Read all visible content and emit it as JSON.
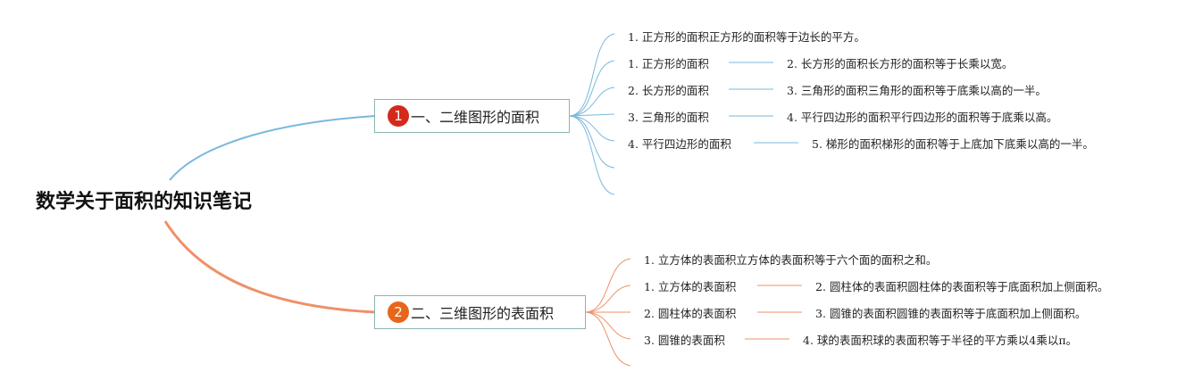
{
  "root": {
    "title": "数学关于面积的知识笔记"
  },
  "branches": [
    {
      "badge": "1",
      "label": "一、二维图形的面积",
      "color": "#7ab8dc",
      "badge_color": "#d42a1c",
      "leaves": [
        "1. 正方形的面积正方形的面积等于边长的平方。",
        "1. 正方形的面积",
        "2. 长方形的面积长方形的面积等于长乘以宽。",
        "2. 长方形的面积",
        "3. 三角形的面积三角形的面积等于底乘以高的一半。",
        "3. 三角形的面积",
        "4. 平行四边形的面积平行四边形的面积等于底乘以高。",
        "4. 平行四边形的面积",
        "5. 梯形的面积梯形的面积等于上底加下底乘以高的一半。"
      ]
    },
    {
      "badge": "2",
      "label": "二、三维图形的表面积",
      "color": "#ee9068",
      "badge_color": "#e8651a",
      "leaves": [
        "1. 立方体的表面积立方体的表面积等于六个面的面积之和。",
        "1. 立方体的表面积",
        "2. 圆柱体的表面积圆柱体的表面积等于底面积加上侧面积。",
        "2. 圆柱体的表面积",
        "3. 圆锥的表面积圆锥的表面积等于底面积加上侧面积。",
        "3. 圆锥的表面积",
        "4. 球的表面积球的表面积等于半径的平方乘以4乘以π。"
      ]
    }
  ]
}
